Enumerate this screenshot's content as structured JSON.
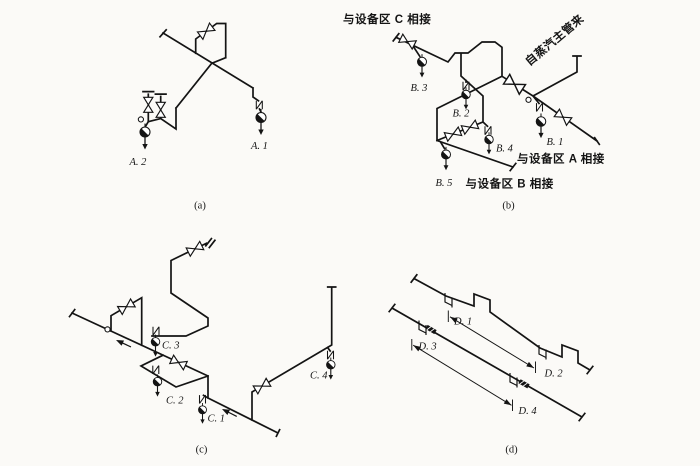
{
  "figure": {
    "colors": {
      "ink": "#141414",
      "background": "#fbfaf7"
    },
    "panels": {
      "a": {
        "caption": "(a)",
        "trap_labels": {
          "a1": "A. 1",
          "a2": "A. 2"
        }
      },
      "b": {
        "caption": "(b)",
        "trap_labels": {
          "b1": "B. 1",
          "b2": "B. 2",
          "b3": "B. 3",
          "b4": "B. 4",
          "b5": "B. 5"
        },
        "annotations": {
          "to_area_c": "与设备区 C 相接",
          "from_steam_main": "自蒸汽主管来",
          "to_area_a": "与设备区 A 相接",
          "to_area_b": "与设备区 B 相接"
        }
      },
      "c": {
        "caption": "(c)",
        "trap_labels": {
          "c1": "C. 1",
          "c2": "C. 2",
          "c3": "C. 3",
          "c4": "C. 4"
        }
      },
      "d": {
        "caption": "(d)",
        "point_labels": {
          "d1": "D. 1",
          "d2": "D. 2",
          "d3": "D. 3",
          "d4": "D. 4"
        }
      }
    }
  }
}
